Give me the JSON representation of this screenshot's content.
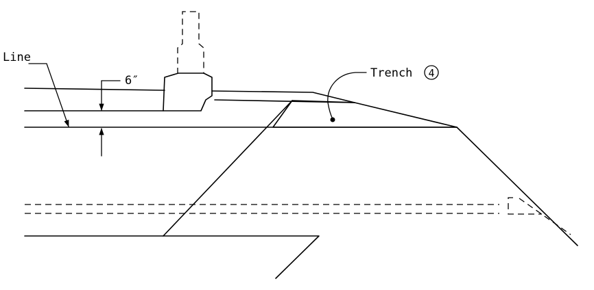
{
  "labels": {
    "line": "Line",
    "depth": "6″",
    "trench": "Trench",
    "trench_callout": "4"
  },
  "colors": {
    "ink": "#000000",
    "background": "#ffffff"
  }
}
